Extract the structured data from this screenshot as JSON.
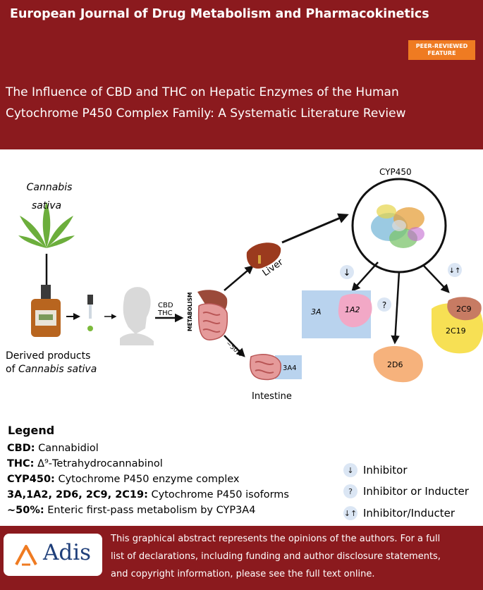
{
  "header": {
    "journal": "European Journal of Drug Metabolism and Pharmacokinetics",
    "badge_line1": "PEER-REVIEWED",
    "badge_line2": "FEATURE",
    "title_line1": "The Influence of CBD and THC on Hepatic Enzymes of the Human",
    "title_line2": "Cytochrome P450 Complex Family: A Systematic Literature Review"
  },
  "diagram": {
    "cannabis_line1": "Cannabis",
    "cannabis_line2": "sativa",
    "derived_line1": "Derived products",
    "derived_line2_prefix": "of ",
    "derived_line2_italic": "Cannabis sativa",
    "cbd": "CBD",
    "thc": "THC",
    "metabolism": "METABOLISM",
    "liver": "Liver",
    "intestine": "Intestine",
    "percent": "~50%",
    "cyp450": "CYP450",
    "iso_3a": "3A",
    "iso_1a2": "1A2",
    "iso_2d6": "2D6",
    "iso_2c9": "2C9",
    "iso_2c19": "2C19",
    "iso_3a4": "3A4",
    "sym_inhibitor": "↓",
    "sym_both": "?",
    "sym_io": "↓↑"
  },
  "legend": {
    "title": "Legend",
    "items": [
      {
        "term": "CBD:",
        "desc": " Cannabidiol"
      },
      {
        "term": "THC:",
        "desc": " Δ⁹-Tetrahydrocannabinol"
      },
      {
        "term": "CYP450:",
        "desc": " Cytochrome P450 enzyme complex"
      },
      {
        "term": "3A,1A2, 2D6, 2C9, 2C19:",
        "desc": " Cytochrome P450 isoforms"
      },
      {
        "term": "~50%:",
        "desc": " Enteric first-pass metabolism by CYP3A4"
      }
    ],
    "key": [
      {
        "symbol": "↓",
        "label": "Inhibitor"
      },
      {
        "symbol": "?",
        "label": "Inhibitor or Inducter"
      },
      {
        "symbol": "↓↑",
        "label": "Inhibitor/Inducter"
      }
    ]
  },
  "footer": {
    "logo_text": "Adis",
    "disclaimer_line1": "This graphical abstract represents the opinions of the authors. For a full",
    "disclaimer_line2": "list of declarations, including funding and author disclosure statements,",
    "disclaimer_line3": "and copyright information, please see the full text online."
  },
  "colors": {
    "brand": "#8b1a1e",
    "badge": "#ef7b22",
    "iso_3a": "#b9d3ee",
    "iso_1a2": "#f2a8c6",
    "iso_2d6": "#f6b27c",
    "iso_2c9": "#c77b63",
    "iso_2c19": "#f7e054",
    "adis_blue": "#1f3f7a"
  }
}
